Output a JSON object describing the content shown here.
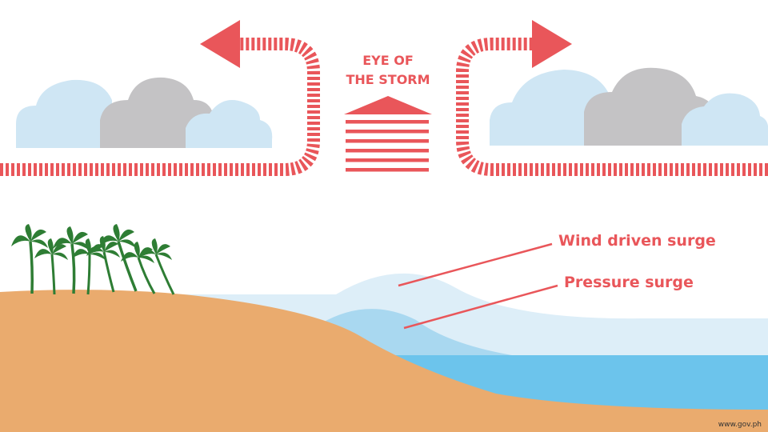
{
  "diagram": {
    "eye_label_line1": "EYE OF",
    "eye_label_line2": "THE STORM",
    "wind_surge_label": "Wind driven surge",
    "pressure_surge_label": "Pressure surge",
    "source": "www.gov.ph"
  },
  "colors": {
    "accent_red": "#e9565a",
    "light_cloud": "#cfe6f4",
    "gray_cloud": "#c4c3c5",
    "sand": "#eaab6e",
    "sea": "#6cc4ec",
    "wind_surge": "#ddeef8",
    "pressure_surge": "#a9d8f0",
    "palm": "#2e7d34"
  },
  "icons": [
    "left-arrow-icon",
    "right-arrow-icon",
    "eye-of-storm-icon",
    "palm-tree-icon",
    "cloud-icon"
  ]
}
